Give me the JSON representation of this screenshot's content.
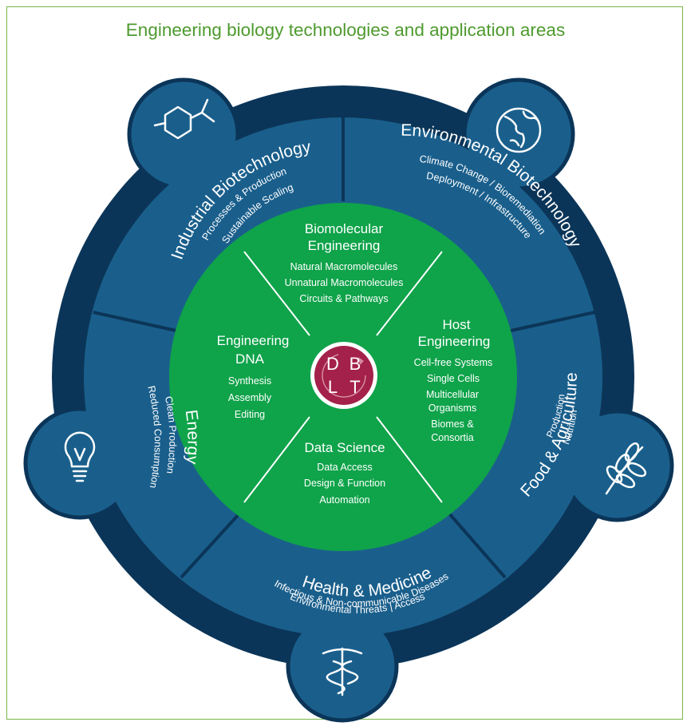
{
  "title": "Engineering biology technologies and application areas",
  "colors": {
    "outer_ring": "#0b3558",
    "application_area": "#1a5f8c",
    "center_green": "#0fa34a",
    "core_maroon": "#a3214a",
    "title_green": "#4e9a2e",
    "frame_border": "#7ab648"
  },
  "core": {
    "letters": [
      "D",
      "B",
      "L",
      "T"
    ]
  },
  "technologies": [
    {
      "title": [
        "Biomolecular",
        "Engineering"
      ],
      "items": [
        "Natural Macromolecules",
        "Unnatural Macromolecules",
        "Circuits & Pathways"
      ]
    },
    {
      "title": [
        "Host",
        "Engineering"
      ],
      "items": [
        "Cell-free Systems",
        "Single Cells",
        "Multicellular",
        "Organisms",
        "Biomes &",
        "Consortia"
      ]
    },
    {
      "title": [
        "Data Science"
      ],
      "items": [
        "Data Access",
        "Design & Function",
        "Automation"
      ]
    },
    {
      "title": [
        "Engineering",
        "DNA"
      ],
      "items": [
        "Synthesis",
        "Assembly",
        "Editing"
      ]
    }
  ],
  "application_areas": [
    {
      "title": "Industrial Biotechnology",
      "subtitle_lines": [
        "Processes & Production",
        "Sustainable Scaling"
      ],
      "icon": "molecule-icon"
    },
    {
      "title": "Environmental Biotechnology",
      "subtitle_lines": [
        "Climate Change / Bioremediation",
        "Deployment / Infrastructure"
      ],
      "icon": "globe-icon"
    },
    {
      "title": "Food & Agriculture",
      "subtitle_lines": [
        "Production",
        "Nutrition"
      ],
      "icon": "wheat-icon"
    },
    {
      "title": "Health & Medicine",
      "subtitle_lines": [
        "Infectious & Non-communicable Diseases",
        "Environmental Threats | Access"
      ],
      "icon": "caduceus-icon"
    },
    {
      "title": "Energy",
      "subtitle_lines": [
        "Clean Production",
        "Reduced Consumption"
      ],
      "icon": "lightbulb-icon"
    }
  ]
}
